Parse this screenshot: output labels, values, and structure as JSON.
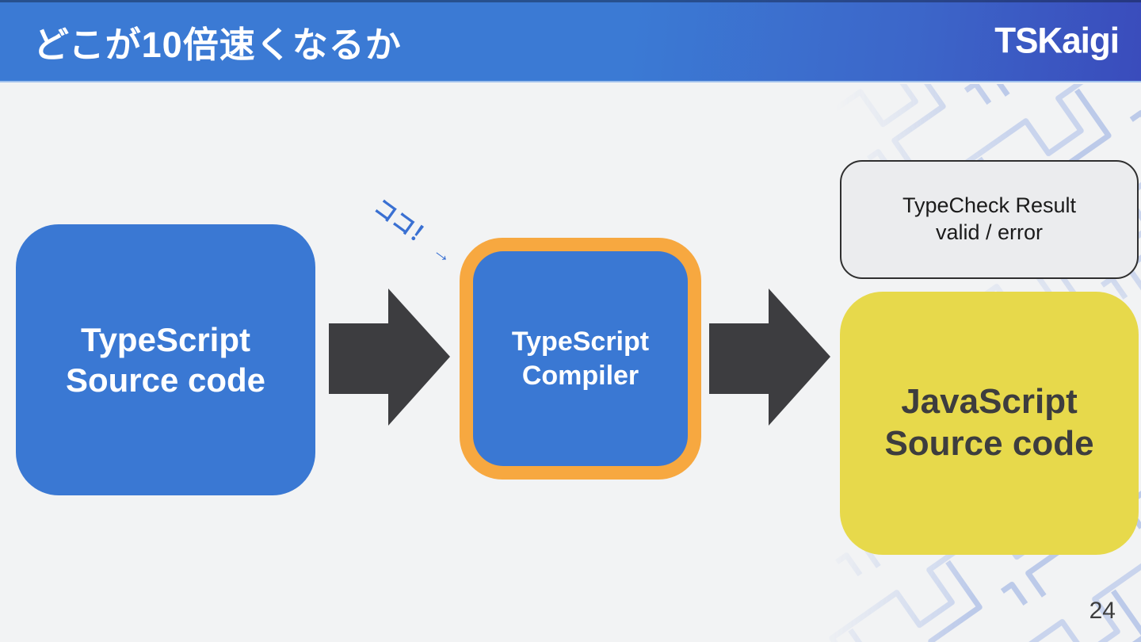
{
  "slide": {
    "title": "どこが10倍速くなるか",
    "logo_text": "TSKaigi",
    "page_number": "24"
  },
  "diagram": {
    "source_box": {
      "label_line1": "TypeScript",
      "label_line2": "Source code",
      "color": "#3a78d3",
      "text_color": "#ffffff"
    },
    "compiler_box": {
      "label_line1": "TypeScript",
      "label_line2": "Compiler",
      "color": "#3a78d3",
      "border_color": "#f7a840",
      "text_color": "#ffffff"
    },
    "output_box": {
      "label_line1": "JavaScript",
      "label_line2": "Source code",
      "color": "#e7d94b",
      "text_color": "#3d3d3e"
    },
    "result_box": {
      "label_line1": "TypeCheck Result",
      "label_line2": "valid / error",
      "color": "#ebecee",
      "border_color": "#2f2f2f"
    },
    "annotation": {
      "text": "ココ！",
      "arrow": "→",
      "color": "#3a70d2"
    },
    "arrow_color": "#3d3d40"
  },
  "theme": {
    "header_gradient_start": "#3b7ad4",
    "header_gradient_end": "#3a4cbc",
    "background": "#f2f3f4",
    "pattern_color": "#c2cfec"
  }
}
